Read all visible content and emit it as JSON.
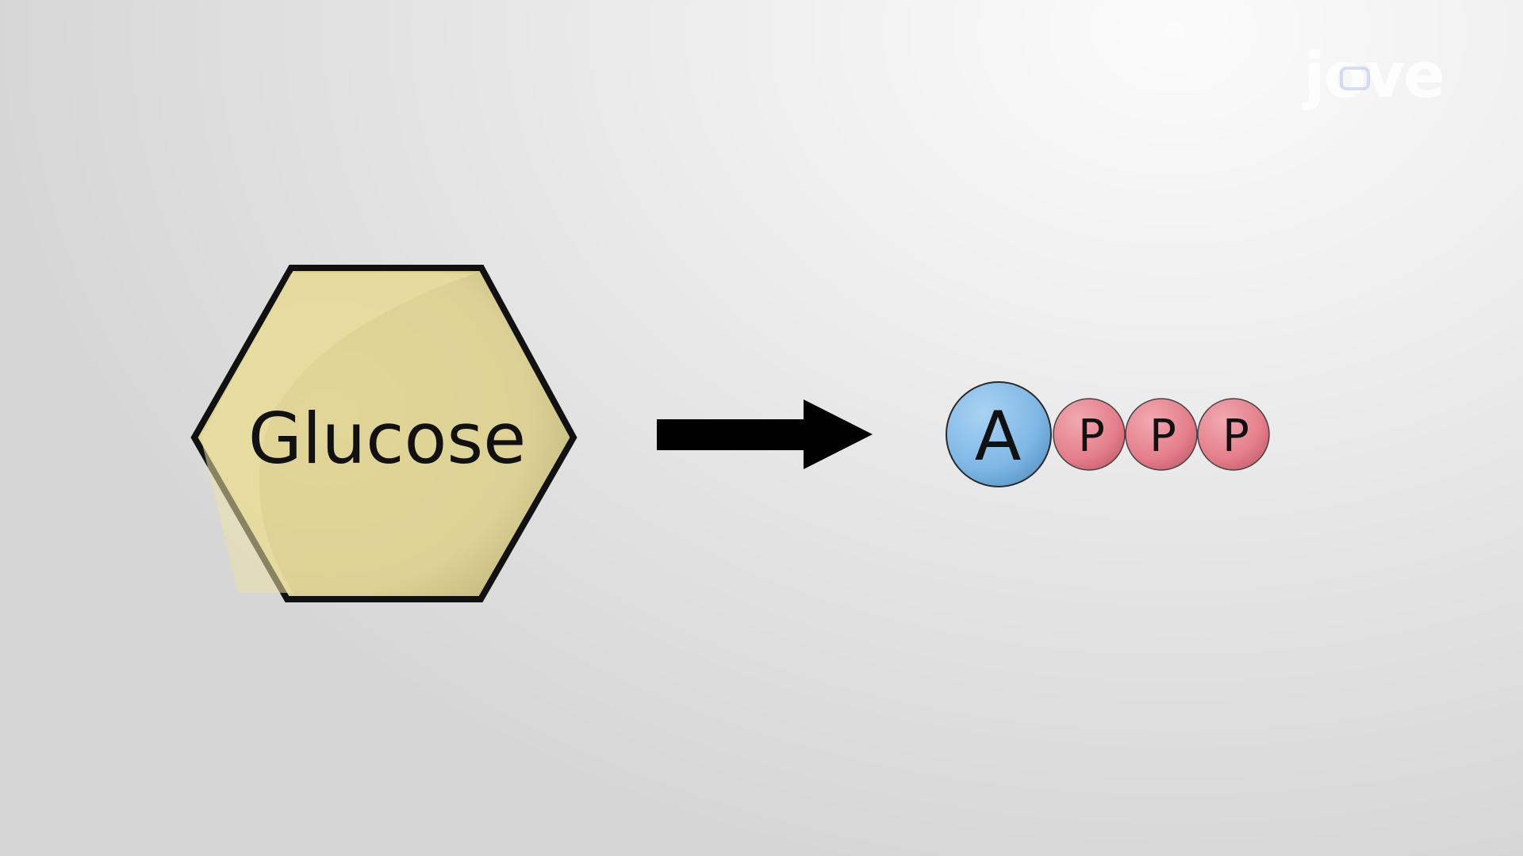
{
  "diagram": {
    "reactant": {
      "label": "Glucose",
      "shape": "hexagon",
      "fill_color": "#e0d595",
      "stroke_color": "#111111"
    },
    "arrow": {
      "direction": "right",
      "color": "#000000"
    },
    "product": {
      "adenosine_label": "A",
      "adenosine_color": "#7fb8e6",
      "phosphates": [
        {
          "label": "P"
        },
        {
          "label": "P"
        },
        {
          "label": "P"
        }
      ],
      "phosphate_color": "#e8828e"
    }
  },
  "watermark": {
    "text": "jove",
    "icon": "jove-logo-icon"
  }
}
